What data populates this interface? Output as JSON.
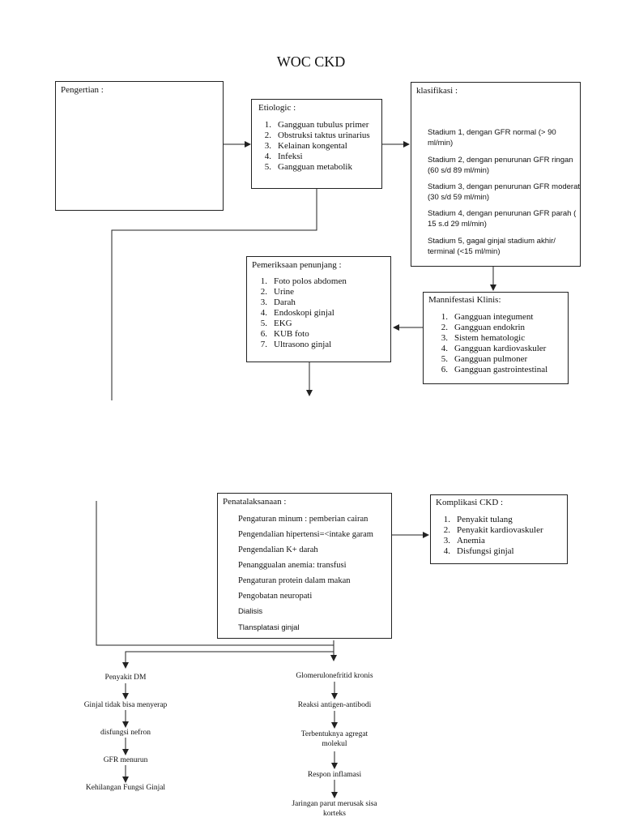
{
  "title": "WOC CKD",
  "pengertian": {
    "label": "Pengertian :"
  },
  "etiologic": {
    "label": "Etiologic  :",
    "items": [
      "Gangguan tubulus primer",
      "Obstruksi taktus urinarius",
      "Kelainan kongental",
      "Infeksi",
      "Gangguan metabolik"
    ]
  },
  "klasifikasi": {
    "label": "klasifikasi :",
    "items": [
      "Stadium 1, dengan GFR normal (> 90 ml/min)",
      "Stadium 2, dengan penurunan GFR ringan (60 s/d 89 ml/min)",
      "Stadium 3, dengan penurunan GFR moderat (30 s/d 59 ml/min)",
      "Stadium 4, dengan penurunan GFR parah ( 15 s.d 29 ml/min)",
      "Stadium 5, gagal ginjal stadium akhir/ terminal (<15 ml/min)"
    ]
  },
  "pemeriksaan": {
    "label": "Pemeriksaan penunjang :",
    "items": [
      "Foto polos abdomen",
      "Urine",
      "Darah",
      "Endoskopi ginjal",
      "EKG",
      "KUB foto",
      "Ultrasono ginjal"
    ]
  },
  "manifestasi": {
    "label": "Mannifestasi Klinis:",
    "items": [
      "Gangguan integument",
      "Gangguan endokrin",
      "Sistem hematologic",
      "Gangguan kardiovaskuler",
      "Gangguan pulmoner",
      "Gangguan gastrointestinal"
    ]
  },
  "penatalaksanaan": {
    "label": "Penatalaksanaan :",
    "items": [
      "Pengaturan minum : pemberian cairan",
      "Pengendalian hipertensi=<intake garam",
      "Pengendalian K+ darah",
      "Penanggualan anemia: transfusi",
      "Pengaturan protein dalam makan",
      "Pengobatan neuropati",
      "Dialisis",
      "Tlansplatasi ginjal"
    ]
  },
  "komplikasi": {
    "label": "Komplikasi CKD :",
    "items": [
      "Penyakit tulang",
      "Penyakit kardiovaskuler",
      "Anemia",
      "Disfungsi ginjal"
    ]
  },
  "flow_left": [
    "Penyakit DM",
    "Ginjal tidak bisa menyerap",
    "disfungsi nefron",
    "GFR menurun",
    "Kehilangan Fungsi Ginjal"
  ],
  "flow_right": [
    "Glomerulonefritid kronis",
    "Reaksi antigen-antibodi",
    "Terbentuknya agregat molekul",
    "Respon inflamasi",
    "Jaringan parut merusak sisa korteks"
  ]
}
